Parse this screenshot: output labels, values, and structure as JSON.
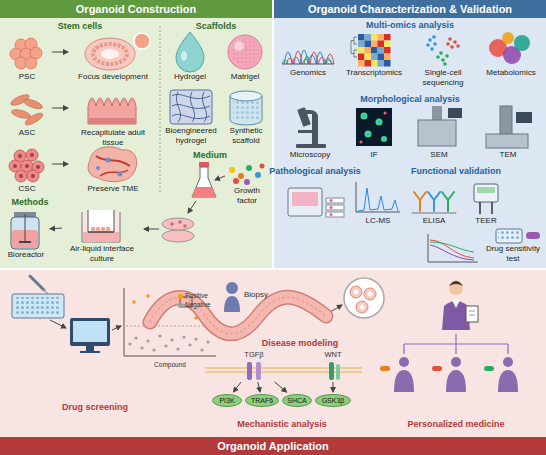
{
  "diagram": {
    "nodes": [
      {
        "text": [
          "Organoid Construction"
        ]
      },
      {
        "text": [
          "PSC"
        ],
        "in": 0
      },
      {
        "text": [
          "Focus development"
        ],
        "in": 0
      },
      {
        "text": [
          "ASC"
        ],
        "in": 0
      },
      {
        "text": [
          "Recapitulate adult tissue"
        ],
        "in": 0
      },
      {
        "text": [
          "CSC"
        ],
        "in": 0
      },
      {
        "text": [
          "Preserve TME"
        ],
        "in": 0
      },
      {
        "text": [
          "Hydrogel"
        ],
        "in": 0
      },
      {
        "text": [
          "Matrigel"
        ],
        "in": 0
      },
      {
        "text": [
          "Bioengineered hydrogel"
        ],
        "in": 0
      },
      {
        "text": [
          "Synthetic scaffold"
        ],
        "in": 0
      },
      {
        "text": [
          "Growth factor"
        ],
        "in": 0
      },
      {
        "text": [
          "Bioreactor"
        ],
        "in": 0
      },
      {
        "text": [
          "Air-liquid interface culture"
        ],
        "in": 0
      },
      {
        "text": [
          "Organoid Characterization & Validation"
        ]
      },
      {
        "text": [
          "Genomics"
        ],
        "in": 14
      },
      {
        "text": [
          "Transcriptomics"
        ],
        "in": 14
      },
      {
        "text": [
          "Single-cell sequencing"
        ],
        "in": 14
      },
      {
        "text": [
          "Metabolomics"
        ],
        "in": 14
      },
      {
        "text": [
          "Microscopy"
        ],
        "in": 14
      },
      {
        "text": [
          "IF"
        ],
        "in": 14
      },
      {
        "text": [
          "SEM"
        ],
        "in": 14
      },
      {
        "text": [
          "TEM"
        ],
        "in": 14
      },
      {
        "text": [
          "LC-MS"
        ],
        "in": 14
      },
      {
        "text": [
          "ELISA"
        ],
        "in": 14
      },
      {
        "text": [
          "TEER"
        ],
        "in": 14
      },
      {
        "text": [
          "Drug sensitivity test"
        ],
        "in": 14
      },
      {
        "text": [
          "Organoid Application"
        ]
      },
      {
        "text": [
          "TGFβ"
        ],
        "in": 27
      },
      {
        "text": [
          "WNT"
        ],
        "in": 27
      },
      {
        "text": [
          "PI3K"
        ],
        "in": 27
      },
      {
        "text": [
          "TRAF6"
        ],
        "in": 27
      },
      {
        "text": [
          "SHCA"
        ],
        "in": 27
      },
      {
        "text": [
          "GSK3β"
        ],
        "in": 27
      }
    ],
    "edges": [
      {
        "from": 1,
        "to": 2,
        "arrow": "to"
      },
      {
        "from": 3,
        "to": 4,
        "arrow": "to"
      },
      {
        "from": 5,
        "to": 6,
        "arrow": "to"
      },
      {
        "from": 13,
        "to": 12,
        "arrow": "to"
      },
      {
        "from": 28,
        "to": 30,
        "arrow": "to"
      },
      {
        "from": 28,
        "to": 31,
        "arrow": "to"
      },
      {
        "from": 28,
        "to": 32,
        "arrow": "to"
      },
      {
        "from": 29,
        "to": 33,
        "arrow": "to"
      }
    ],
    "labels": [
      "Stem cells",
      "Scaffolds",
      "Medium",
      "Methods",
      "Multi-omics analysis",
      "Morphological analysis",
      "Pathological analysis",
      "Functional validation",
      "Biopsy",
      "Disease modeling",
      "Compound",
      "Drug screening",
      "Mechanistic analysis",
      "Personalized medicine"
    ],
    "legend": [
      {
        "text": "Positive",
        "color": "#f39c12"
      },
      {
        "text": "Negative",
        "color": "#9aa0a6"
      }
    ]
  }
}
